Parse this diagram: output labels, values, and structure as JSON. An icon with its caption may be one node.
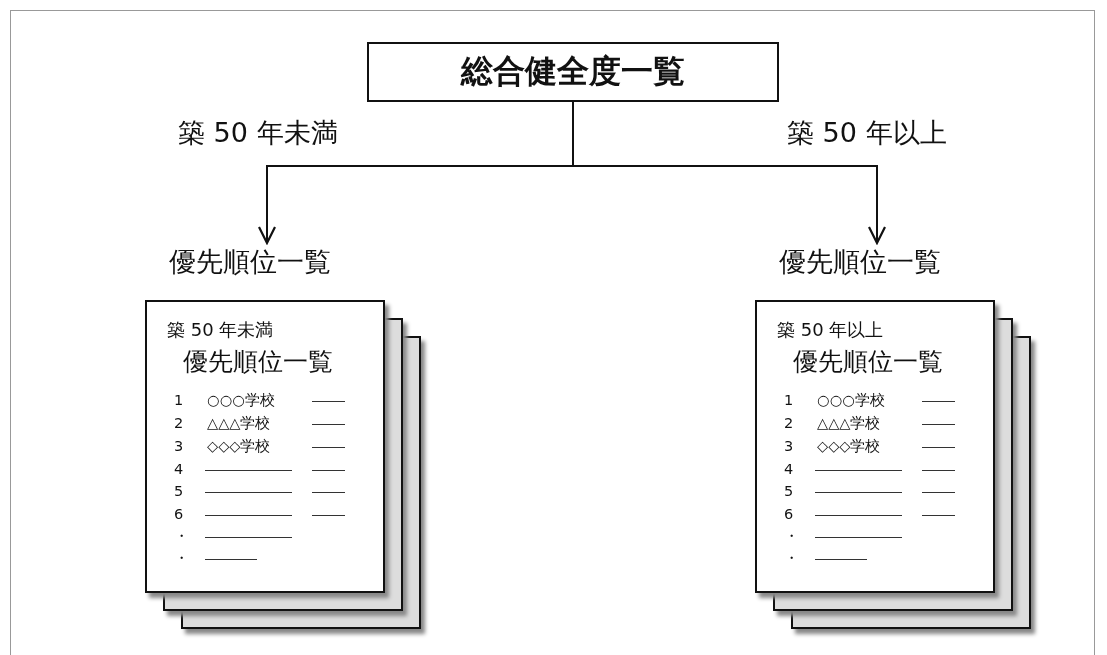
{
  "diagram": {
    "nodes": [
      {
        "text": [
          "総合健全度一覧"
        ]
      },
      {
        "text": [
          "優先順位一覧",
          "築 50 年未満",
          "優先順位一覧",
          "1",
          "○○○学校",
          "2",
          "△△△学校",
          "3",
          "◇◇◇学校",
          "4",
          "5",
          "6",
          "・",
          "・"
        ]
      },
      {
        "text": [
          "優先順位一覧",
          "築 50 年以上",
          "優先順位一覧",
          "1",
          "○○○学校",
          "2",
          "△△△学校",
          "3",
          "◇◇◇学校",
          "4",
          "5",
          "6",
          "・",
          "・"
        ]
      }
    ],
    "edges": [
      {
        "from": 0,
        "to": 1,
        "arrow": "to",
        "label": "築 50 年未満"
      },
      {
        "from": 0,
        "to": 2,
        "arrow": "to",
        "label": "築 50 年以上"
      }
    ]
  }
}
